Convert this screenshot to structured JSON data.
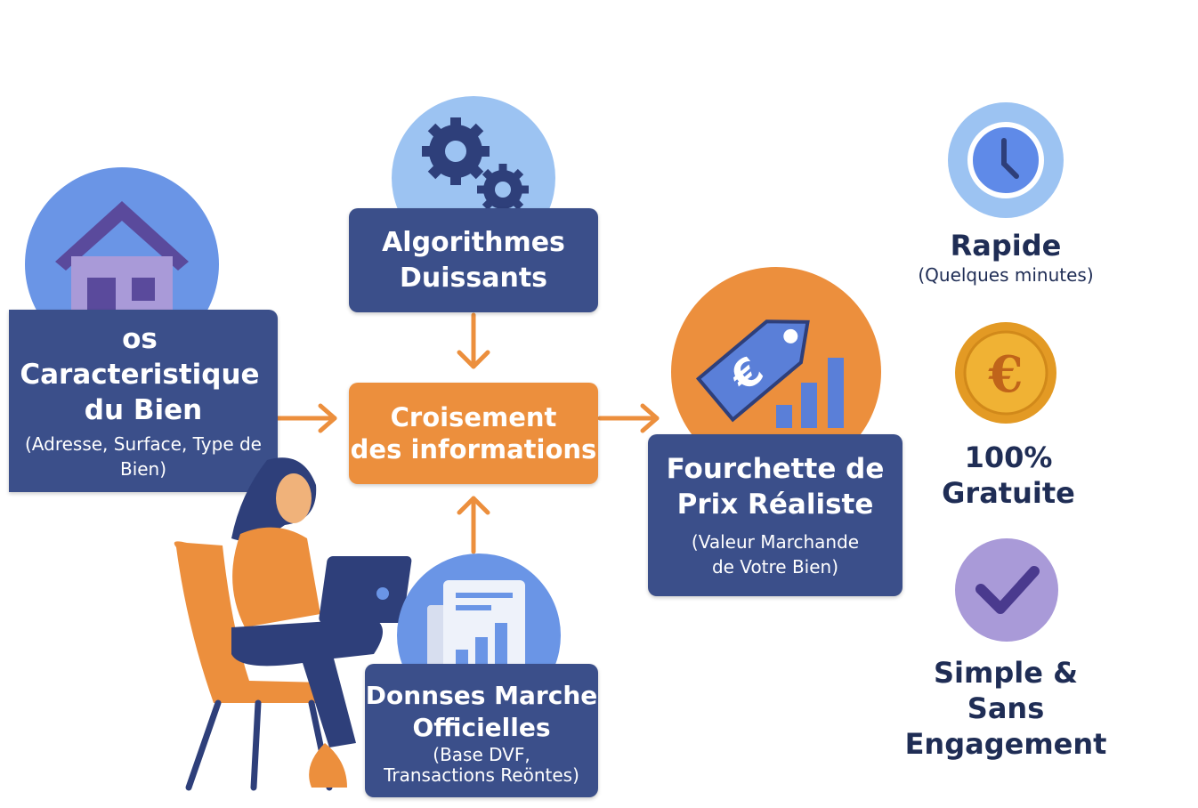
{
  "inputs": {
    "title_line1": "os Caracteristique",
    "title_line2": "du Bien",
    "subtitle": "(Adresse, Surface, Type de Bien)",
    "icon": "house-icon"
  },
  "algorithms": {
    "title_line1": "Algorithmes",
    "title_line2": "Duissants",
    "icon": "gears-icon"
  },
  "center": {
    "line1": "Croisement",
    "line2": "des informations"
  },
  "market_data": {
    "title_line1": "Donnses Marche",
    "title_line2": "Officielles",
    "subtitle_line1": "(Base DVF,",
    "subtitle_line2": "Transactions Reöntes)",
    "icon": "document-chart-icon"
  },
  "result": {
    "title_line1": "Fourchette de",
    "title_line2": "Prix Réaliste",
    "subtitle_line1": "(Valeur Marchande",
    "subtitle_line2": "de Votre Bien)",
    "icon": "euro-price-tag-icon"
  },
  "benefits": [
    {
      "title": "Rapide",
      "subtitle": "(Quelques minutes)",
      "icon": "clock-icon"
    },
    {
      "title_line1": "100%",
      "title_line2": "Gratuite",
      "icon": "euro-coin-icon"
    },
    {
      "title_line1": "Simple &",
      "title_line2": "Sans Engagement",
      "icon": "checkmark-icon"
    }
  ],
  "colors": {
    "navy": "#3b4f8a",
    "orange": "#ec8f3d",
    "blue": "#6a95e6",
    "light_blue": "#9cc3f2",
    "purple": "#a99ad8"
  }
}
